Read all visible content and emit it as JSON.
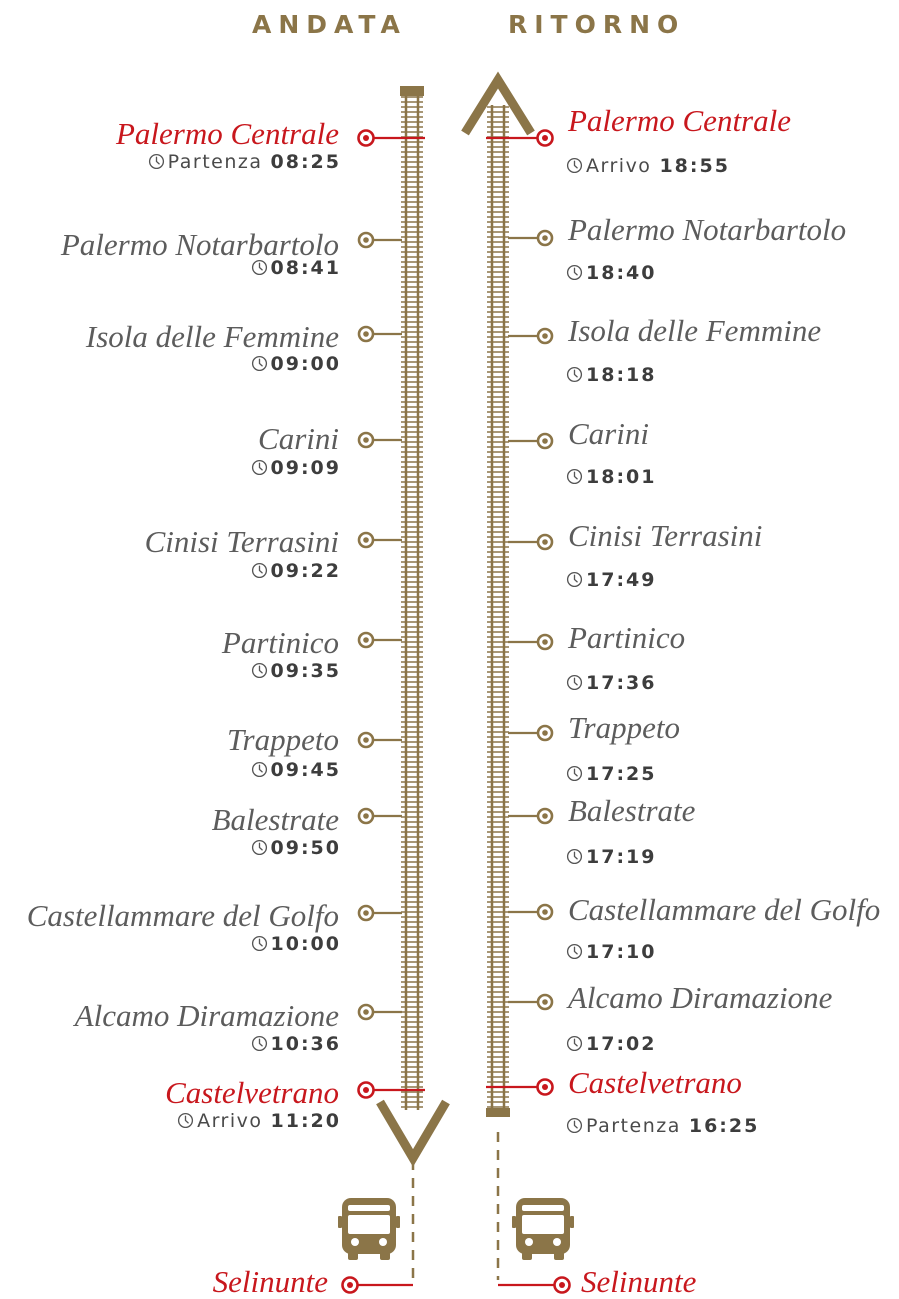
{
  "headers": {
    "andata": "ANDATA",
    "ritorno": "RITORNO"
  },
  "colors": {
    "track": "#8b7548",
    "accent": "#c8171d",
    "text": "#5c5c5c"
  },
  "icons": {
    "clock": "clock-icon",
    "bus": "bus-icon",
    "arrow_up": "chevron-up-icon",
    "arrow_down": "chevron-down-icon",
    "stop": "stop-marker-icon"
  },
  "andata": {
    "stops": [
      {
        "name": "Palermo Centrale",
        "label": "Partenza",
        "time": "08:25",
        "highlight": true
      },
      {
        "name": "Palermo Notarbartolo",
        "label": "",
        "time": "08:41",
        "highlight": false
      },
      {
        "name": "Isola delle Femmine",
        "label": "",
        "time": "09:00",
        "highlight": false
      },
      {
        "name": "Carini",
        "label": "",
        "time": "09:09",
        "highlight": false
      },
      {
        "name": "Cinisi Terrasini",
        "label": "",
        "time": "09:22",
        "highlight": false
      },
      {
        "name": "Partinico",
        "label": "",
        "time": "09:35",
        "highlight": false
      },
      {
        "name": "Trappeto",
        "label": "",
        "time": "09:45",
        "highlight": false
      },
      {
        "name": "Balestrate",
        "label": "",
        "time": "09:50",
        "highlight": false
      },
      {
        "name": "Castellammare del Golfo",
        "label": "",
        "time": "10:00",
        "highlight": false
      },
      {
        "name": "Alcamo Diramazione",
        "label": "",
        "time": "10:36",
        "highlight": false
      },
      {
        "name": "Castelvetrano",
        "label": "Arrivo",
        "time": "11:20",
        "highlight": true
      }
    ],
    "bus_stop": "Selinunte"
  },
  "ritorno": {
    "stops": [
      {
        "name": "Palermo Centrale",
        "label": "Arrivo",
        "time": "18:55",
        "highlight": true
      },
      {
        "name": "Palermo Notarbartolo",
        "label": "",
        "time": "18:40",
        "highlight": false
      },
      {
        "name": "Isola delle Femmine",
        "label": "",
        "time": "18:18",
        "highlight": false
      },
      {
        "name": "Carini",
        "label": "",
        "time": "18:01",
        "highlight": false
      },
      {
        "name": "Cinisi Terrasini",
        "label": "",
        "time": "17:49",
        "highlight": false
      },
      {
        "name": "Partinico",
        "label": "",
        "time": "17:36",
        "highlight": false
      },
      {
        "name": "Trappeto",
        "label": "",
        "time": "17:25",
        "highlight": false
      },
      {
        "name": "Balestrate",
        "label": "",
        "time": "17:19",
        "highlight": false
      },
      {
        "name": "Castellammare del Golfo",
        "label": "",
        "time": "17:10",
        "highlight": false
      },
      {
        "name": "Alcamo Diramazione",
        "label": "",
        "time": "17:02",
        "highlight": false
      },
      {
        "name": "Castelvetrano",
        "label": "Partenza",
        "time": "16:25",
        "highlight": true
      }
    ],
    "bus_stop": "Selinunte"
  }
}
